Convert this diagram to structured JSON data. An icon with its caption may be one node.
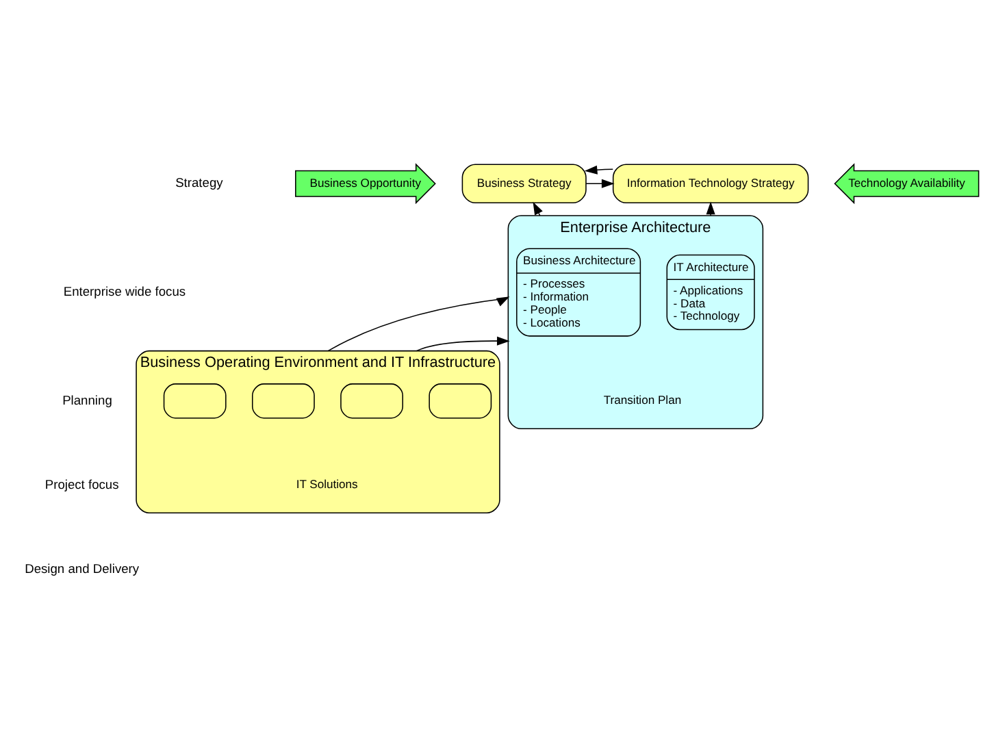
{
  "diagram": {
    "nodes": [
      {
        "text": [
          "Business Opportunity"
        ]
      },
      {
        "text": [
          "Business Strategy"
        ]
      },
      {
        "text": [
          "Information Technology Strategy"
        ]
      },
      {
        "text": [
          "Technology Availability"
        ]
      },
      {
        "text": [
          "Enterprise Architecture",
          "Transition Plan"
        ]
      },
      {
        "text": [
          "Business Architecture",
          "- Processes",
          "- Information",
          "- People",
          "- Locations"
        ],
        "in": 4
      },
      {
        "text": [
          "IT Architecture",
          "- Applications",
          "- Data",
          "- Technology"
        ],
        "in": 4
      },
      {
        "text": [
          "Business Operating Environment and IT Infrastructure",
          "IT Solutions"
        ]
      },
      {
        "text": [],
        "shape": "box",
        "in": 7
      },
      {
        "text": [],
        "shape": "box",
        "in": 7
      },
      {
        "text": [],
        "shape": "box",
        "in": 7
      },
      {
        "text": [],
        "shape": "box",
        "in": 7
      }
    ],
    "edges": [
      {
        "from": 1,
        "to": 2,
        "arrow": "to"
      },
      {
        "from": 2,
        "to": 1,
        "arrow": "to"
      },
      {
        "from": 4,
        "to": 1,
        "arrow": "to"
      },
      {
        "from": 4,
        "to": 2,
        "arrow": "to"
      },
      {
        "from": 7,
        "to": 4,
        "arrow": "to"
      },
      {
        "from": 7,
        "to": 4,
        "arrow": "to"
      }
    ],
    "labels": [
      "Strategy",
      "Enterprise wide focus",
      "Planning",
      "Project focus",
      "Design and Delivery"
    ]
  }
}
